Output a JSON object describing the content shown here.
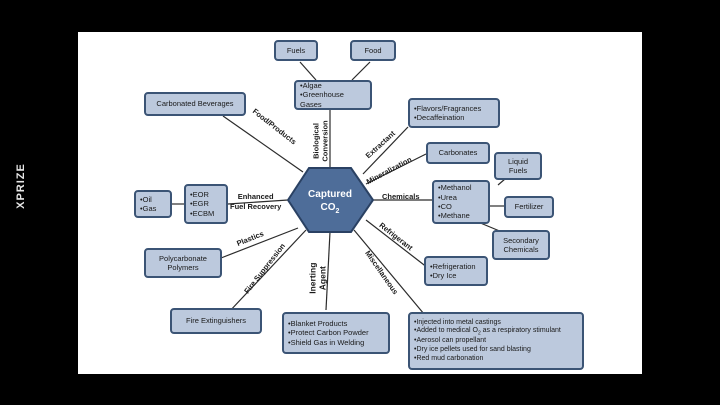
{
  "side_brand": "XPRIZE",
  "center": {
    "line1": "Captured",
    "line2": "CO",
    "sub": "2"
  },
  "boxes": {
    "fuels": "Fuels",
    "food": "Food",
    "algae": [
      "•Algae",
      "•Greenhouse Gases"
    ],
    "carbonated_beverages": "Carbonated Beverages",
    "flavors": [
      "•Flavors/Fragrances",
      "•Decaffeination"
    ],
    "carbonates": "Carbonates",
    "liquid_fuels": [
      "Liquid",
      "Fuels"
    ],
    "methanol": [
      "•Methanol",
      "•Urea",
      "•CO",
      "•Methane"
    ],
    "fertilizer": "Fertilizer",
    "secondary_chemicals": [
      "Secondary",
      "Chemicals"
    ],
    "oil_gas": [
      "•Oil",
      "•Gas"
    ],
    "eor": [
      "•EOR",
      "•EGR",
      "•ECBM"
    ],
    "polycarbonate": [
      "Polycarbonate",
      "Polymers"
    ],
    "refrigeration": [
      "•Refrigeration",
      "•Dry Ice"
    ],
    "fire_extinguishers": "Fire Extinguishers",
    "blanket": [
      "•Blanket Products",
      "•Protect Carbon Powder",
      "•Shield  Gas in Welding"
    ],
    "misc": {
      "line1": "•Injected into metal castings",
      "line2_pre": "•Added to medical O",
      "line2_sub": "2",
      "line2_post": " as a respiratory stimulant",
      "line3": "•Aerosol can propellant",
      "line4": "•Dry ice pellets used  for sand blasting",
      "line5": "•Red mud carbonation"
    }
  },
  "labels": {
    "food_products": "Food/Products",
    "biological_1": "Biological",
    "biological_2": "Conversion",
    "extractant": "Extractant",
    "mineralization": "Mineralization",
    "chemicals": "Chemicals",
    "enhanced_1": "Enhanced",
    "enhanced_2": "Fuel Recovery",
    "plastics": "Plastics",
    "refrigerant": "Refrigerant",
    "fire_suppression": "Fire Suppression",
    "inerting_1": "Inerting",
    "inerting_2": "Agent",
    "miscellaneous": "Miscellaneous"
  },
  "colors": {
    "hex_fill": "#4e6d99",
    "box_fill": "#bcc9dd",
    "border": "#3b5475"
  }
}
